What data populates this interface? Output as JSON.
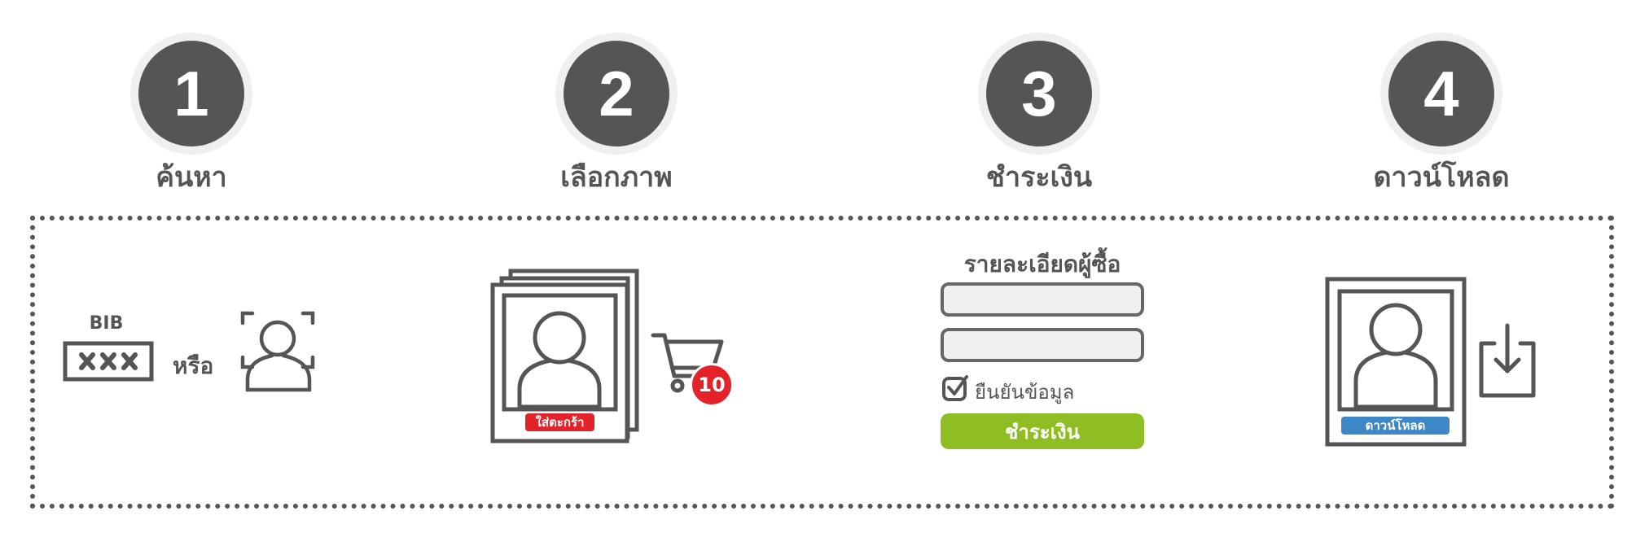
{
  "steps": [
    {
      "number": "1",
      "title": "ค้นหา"
    },
    {
      "number": "2",
      "title": "เลือกภาพ"
    },
    {
      "number": "3",
      "title": "ชำระเงิน"
    },
    {
      "number": "4",
      "title": "ดาวน์โหลด"
    }
  ],
  "search": {
    "bib_label": "BIB",
    "or_label": "หรือ"
  },
  "select": {
    "cart_tag": "ใส่ตะกร้า",
    "cart_count": "10"
  },
  "payment": {
    "form_title": "รายละเอียดผู้ซื้อ",
    "confirm_label": "ยืนยันข้อมูล",
    "pay_button": "ชำระเงิน"
  },
  "download": {
    "download_tag": "ดาวน์โหลด"
  },
  "colors": {
    "dark_gray": "#555555",
    "red": "#e42229",
    "green": "#8fbd24",
    "blue": "#3d87c6"
  },
  "icons": [
    "bib-card-icon",
    "face-scan-icon",
    "photo-stack-icon",
    "shopping-cart-icon",
    "checkbox-icon",
    "photo-icon",
    "download-icon"
  ]
}
